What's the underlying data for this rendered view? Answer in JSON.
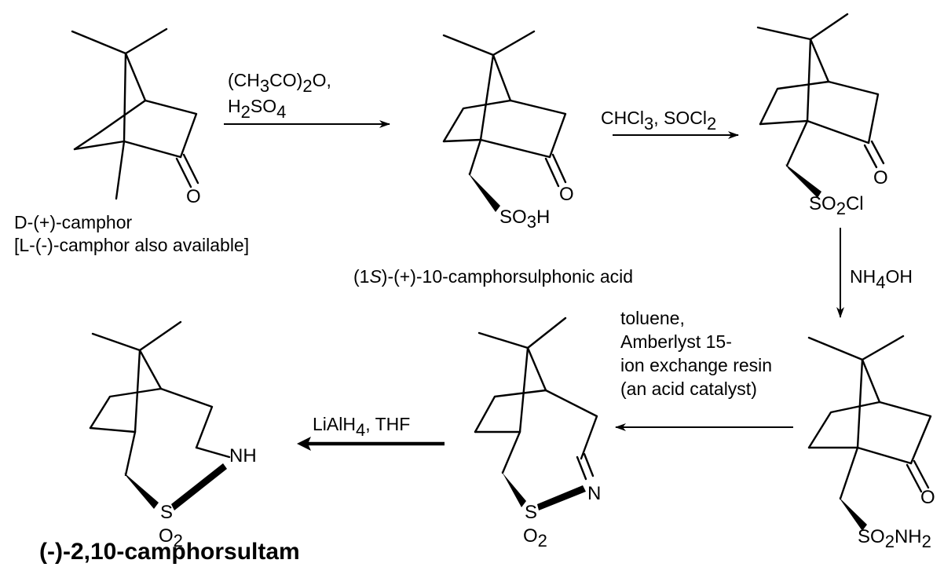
{
  "compounds": {
    "camphor_name": "D-(+)-camphor",
    "camphor_note": "[L-(-)-camphor also available]",
    "csa_name_prefix": "(1",
    "csa_name_italic": "S",
    "csa_name_suffix": ")-(+)-10-camphorsulphonic acid",
    "final_name": "(-)-2,10-camphorsultam"
  },
  "atoms": {
    "O": "O",
    "N": "N",
    "NH": "NH",
    "S": "S",
    "SO": "SO",
    "SO_sub": "3",
    "H": "H",
    "SO2Cl_SO": "SO",
    "SO2Cl_sub": "2",
    "SO2Cl_Cl": "Cl",
    "SO2NH2_SO": "SO",
    "SO2NH2_sub1": "2",
    "SO2NH2_NH": "NH",
    "SO2NH2_sub2": "2",
    "O2_O": "O",
    "O2_sub": "2"
  },
  "reagents": {
    "step1_line1_a": "(CH",
    "step1_line1_sub": "3",
    "step1_line1_b": "CO)",
    "step1_line1_sub2": "2",
    "step1_line1_c": "O,",
    "step1_line2_a": "H",
    "step1_line2_sub": "2",
    "step1_line2_b": "SO",
    "step1_line2_sub2": "4",
    "step2_a": "CHCl",
    "step2_sub": "3",
    "step2_b": ", SOCl",
    "step2_sub2": "2",
    "step3_a": "NH",
    "step3_sub": "4",
    "step3_b": "OH",
    "step4_line1": "toluene,",
    "step4_line2": "Amberlyst 15-",
    "step4_line3": "ion exchange resin",
    "step4_line4": "(an acid catalyst)",
    "step5_a": "LiAlH",
    "step5_sub": "4",
    "step5_b": ", THF"
  }
}
